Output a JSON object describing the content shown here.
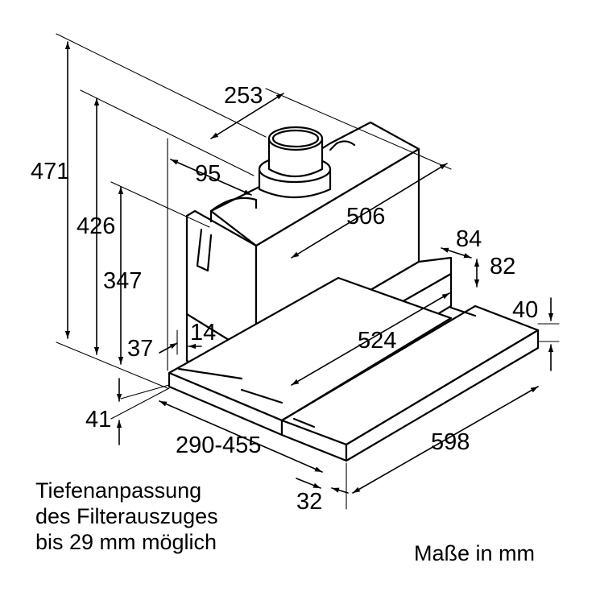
{
  "dimensions": {
    "height_total": "471",
    "height_chimney_min": "426",
    "height_body": "347",
    "width_top": "253",
    "offset_95": "95",
    "depth_body": "506",
    "depth_84": "84",
    "height_82": "82",
    "height_40": "40",
    "depth_524": "524",
    "offset_37": "37",
    "offset_14": "14",
    "height_41": "41",
    "depth_range": "290-455",
    "width_total": "598",
    "offset_32": "32"
  },
  "notes": {
    "depth_line1": "Tiefenanpassung",
    "depth_line2": "des Filterauszuges",
    "depth_line3": "bis 29 mm möglich",
    "units": "Maße in mm"
  }
}
